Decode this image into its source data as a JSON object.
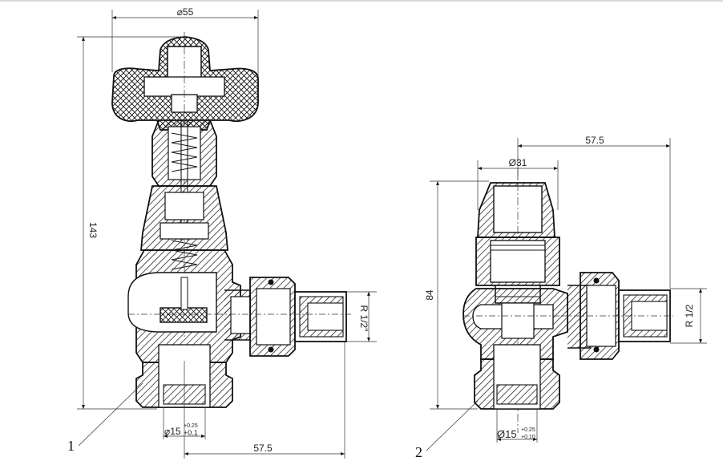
{
  "valve_1": {
    "callout": "1",
    "dim_diameter_top": "⌀55",
    "dim_height": "143",
    "dim_thread": "R 1/2\"",
    "dim_bore_main": "⌀15",
    "dim_bore_tol_upper": "+0.25",
    "dim_bore_tol_lower": "+0.1",
    "dim_offset": "57.5"
  },
  "valve_2": {
    "callout": "2",
    "dim_diameter_top": "Ø31",
    "dim_height": "84",
    "dim_thread": "R 1/2",
    "dim_bore_main": "Ø15",
    "dim_bore_tol_upper": "+0.25",
    "dim_bore_tol_lower": "+0.10",
    "dim_offset": "57.5"
  },
  "colors": {
    "line": "#111111",
    "background": "#ffffff"
  }
}
